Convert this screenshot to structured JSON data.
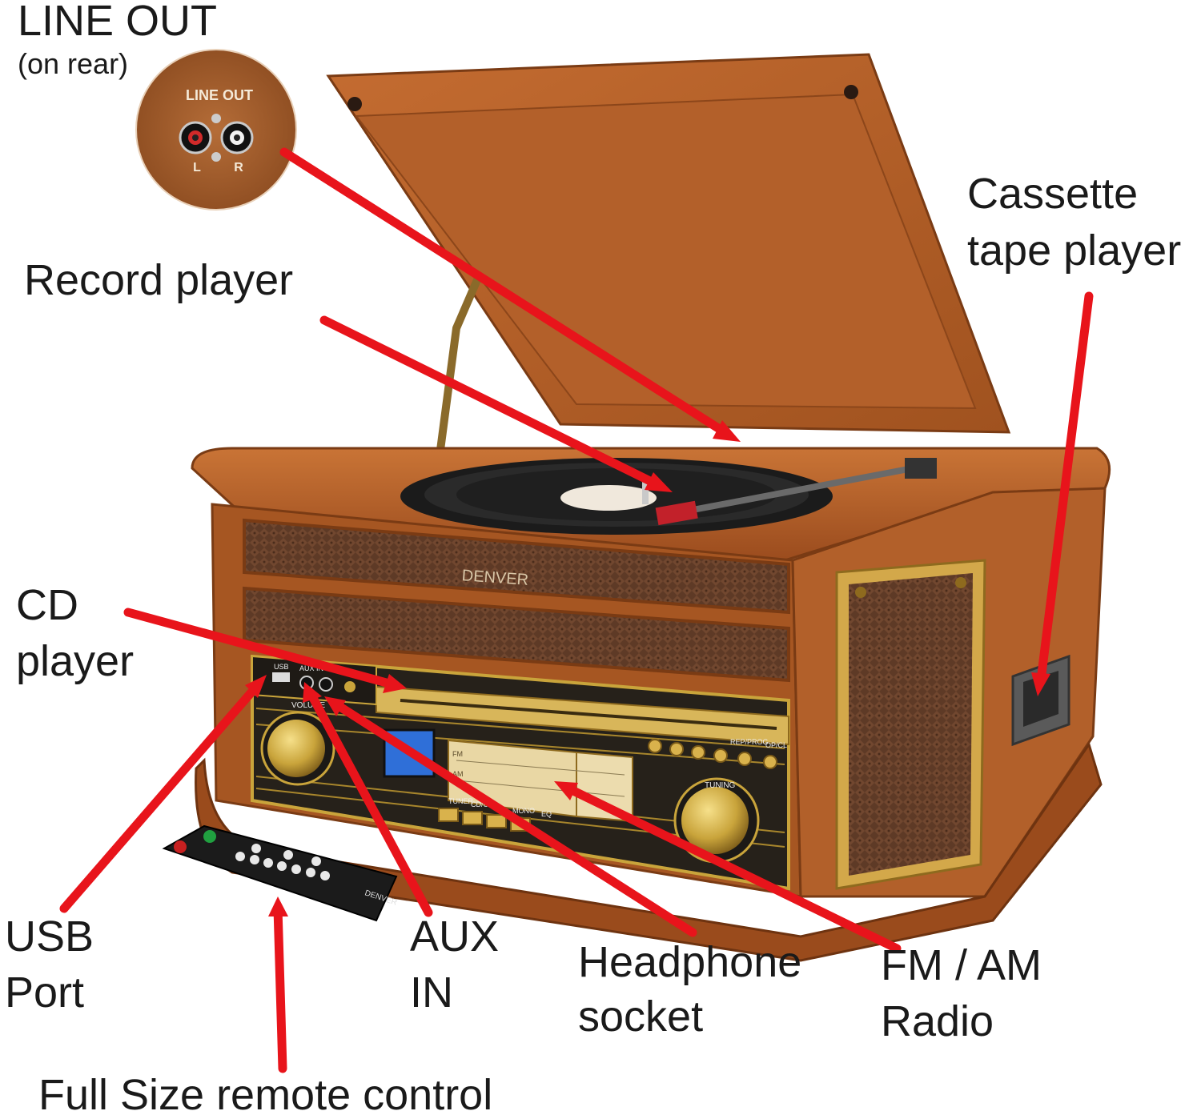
{
  "labels": {
    "line_out_title": "LINE OUT",
    "line_out_sub": "(on rear)",
    "record_player": "Record player",
    "cassette_line1": "Cassette",
    "cassette_line2": "tape player",
    "cd_line1": "CD",
    "cd_line2": "player",
    "usb_line1": "USB",
    "usb_line2": "Port",
    "aux_line1": "AUX",
    "aux_line2": "IN",
    "headphone_line1": "Headphone",
    "headphone_line2": "socket",
    "radio_line1": "FM / AM",
    "radio_line2": "Radio",
    "remote": "Full Size remote control"
  },
  "device_text": {
    "inset_label": "LINE OUT",
    "inset_left": "L",
    "inset_right": "R",
    "brand": "DENVER",
    "panel_usb": "USB",
    "panel_aux": "AUX IN",
    "panel_volume": "VOLUME",
    "panel_tuning": "TUNING",
    "panel_tuner": "TUNER",
    "panel_cdusb": "CD/USB",
    "panel_mono": "MONO",
    "panel_eq": "EQ",
    "panel_repprog": "REP/PROG",
    "panel_opcl": "OP/CL",
    "band_fm": "FM",
    "band_am": "AM",
    "remote_brand": "DENVER"
  },
  "colors": {
    "arrow": "#e8141b",
    "wood": "#b8622a",
    "wood_dark": "#7a3b14",
    "gold": "#c9a43b",
    "grille": "#5e3a26",
    "lcd": "#2f6fd8",
    "text": "#1a1a1a"
  }
}
